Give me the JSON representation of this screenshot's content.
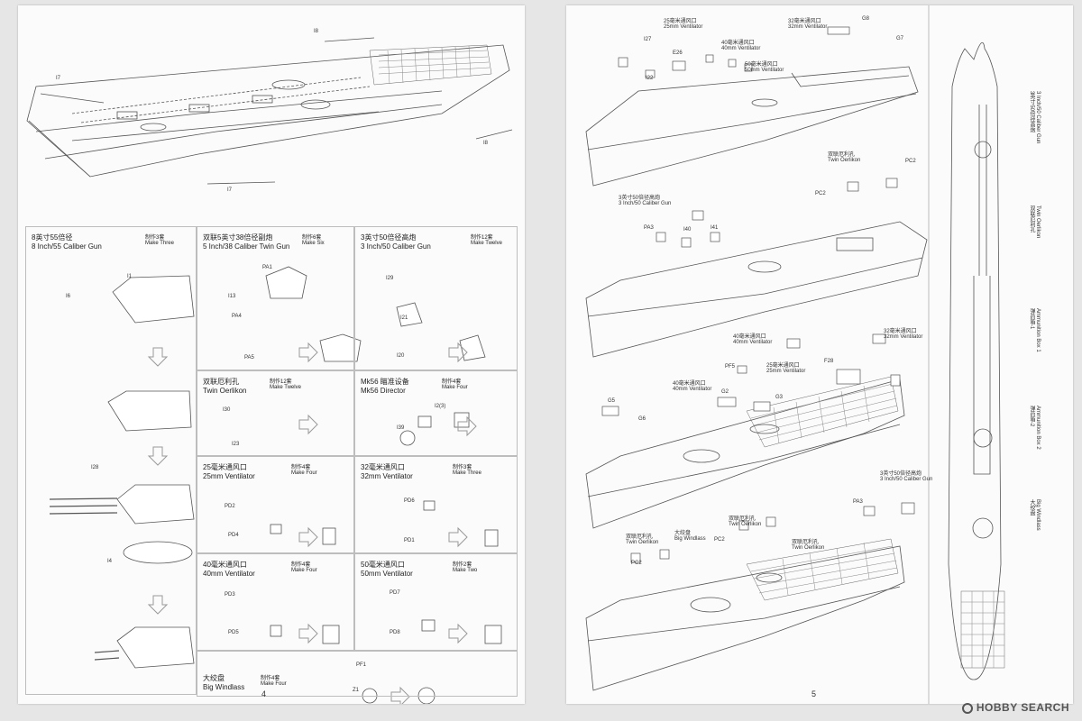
{
  "pages": {
    "left": {
      "page_number": "4",
      "hull_labels": [
        "I7",
        "I8",
        "I8",
        "I7"
      ],
      "cells": {
        "gun8": {
          "title_zh": "8英寸55倍径",
          "title_en": "8 Inch/55 Caliber Gun",
          "make_zh": "制作3套",
          "make_en": "Make Three",
          "parts": [
            "I1",
            "I6",
            "I28",
            "I4"
          ]
        },
        "gun5": {
          "title_zh": "双联5英寸38倍径副炮",
          "title_en": "5 Inch/38 Caliber Twin Gun",
          "make_zh": "制作6套",
          "make_en": "Make Six",
          "parts": [
            "PA1",
            "I13",
            "PA4",
            "PA5"
          ]
        },
        "gun3": {
          "title_zh": "3英寸50倍径高炮",
          "title_en": "3 Inch/50 Caliber Gun",
          "make_zh": "制作12套",
          "make_en": "Make Twelve",
          "parts": [
            "I29",
            "I21",
            "I20"
          ]
        },
        "oerlikon": {
          "title_zh": "双联厄利孔",
          "title_en": "Twin Oerlikon",
          "make_zh": "制作12套",
          "make_en": "Make Twelve",
          "parts": [
            "I30",
            "I23"
          ]
        },
        "mk56": {
          "title_zh": "Mk56 瞄准设备",
          "title_en": "Mk56 Director",
          "make_zh": "制作4套",
          "make_en": "Make Four",
          "parts": [
            "I2(3)",
            "I39"
          ]
        },
        "v25": {
          "title_zh": "25毫米通风口",
          "title_en": "25mm Ventilator",
          "make_zh": "制作4套",
          "make_en": "Make Four",
          "parts": [
            "PD2",
            "PD4"
          ]
        },
        "v32": {
          "title_zh": "32毫米通风口",
          "title_en": "32mm Ventilator",
          "make_zh": "制作3套",
          "make_en": "Make Three",
          "parts": [
            "PD6",
            "PD1"
          ]
        },
        "v40": {
          "title_zh": "40毫米通风口",
          "title_en": "40mm Ventilator",
          "make_zh": "制作4套",
          "make_en": "Make Four",
          "parts": [
            "PD3",
            "PD5"
          ]
        },
        "v50": {
          "title_zh": "50毫米通风口",
          "title_en": "50mm Ventilator",
          "make_zh": "制作2套",
          "make_en": "Make Two",
          "parts": [
            "PD7",
            "PD8"
          ]
        },
        "windlass": {
          "title_zh": "大绞盘",
          "title_en": "Big Windlass",
          "make_zh": "制作4套",
          "make_en": "Make Four",
          "parts": [
            "PF1",
            "Z1"
          ]
        }
      }
    },
    "right": {
      "page_number": "5",
      "callouts": {
        "v25_zh": "25毫米通风口",
        "v25_en": "25mm Ventilator",
        "v40_zh": "40毫米通风口",
        "v40_en": "40mm Ventilator",
        "v50_zh": "50毫米通风口",
        "v50_en": "50mm Ventilator",
        "v32_zh": "32毫米通风口",
        "v32_en": "32mm Ventilator",
        "oer_zh": "双联厄利孔",
        "oer_en": "Twin Oerlikon",
        "g3_zh": "3英寸50倍径高炮",
        "g3_en": "3 Inch/50 Caliber Gun",
        "wind_zh": "大绞盘",
        "wind_en": "Big Windlass"
      },
      "part_labels": [
        "I27",
        "I22",
        "E26",
        "G8",
        "G7",
        "PC2",
        "PC2",
        "PA3",
        "I40",
        "I41",
        "PF5",
        "F28",
        "G2",
        "G3",
        "G5",
        "G6",
        "PA3",
        "PC2",
        "PC2"
      ],
      "legend": [
        {
          "zh": "3英寸50倍径高炮",
          "en": "3 Inch/50 Caliber Gun"
        },
        {
          "zh": "双联厄利孔",
          "en": "Twin Oerlikon"
        },
        {
          "zh": "弹药箱-1",
          "en": "Ammunition Box 1"
        },
        {
          "zh": "弹药箱-2",
          "en": "Ammunition Box 2"
        },
        {
          "zh": "大绞盘",
          "en": "Big Windlass"
        }
      ]
    }
  },
  "watermark": "HOBBY SEARCH"
}
